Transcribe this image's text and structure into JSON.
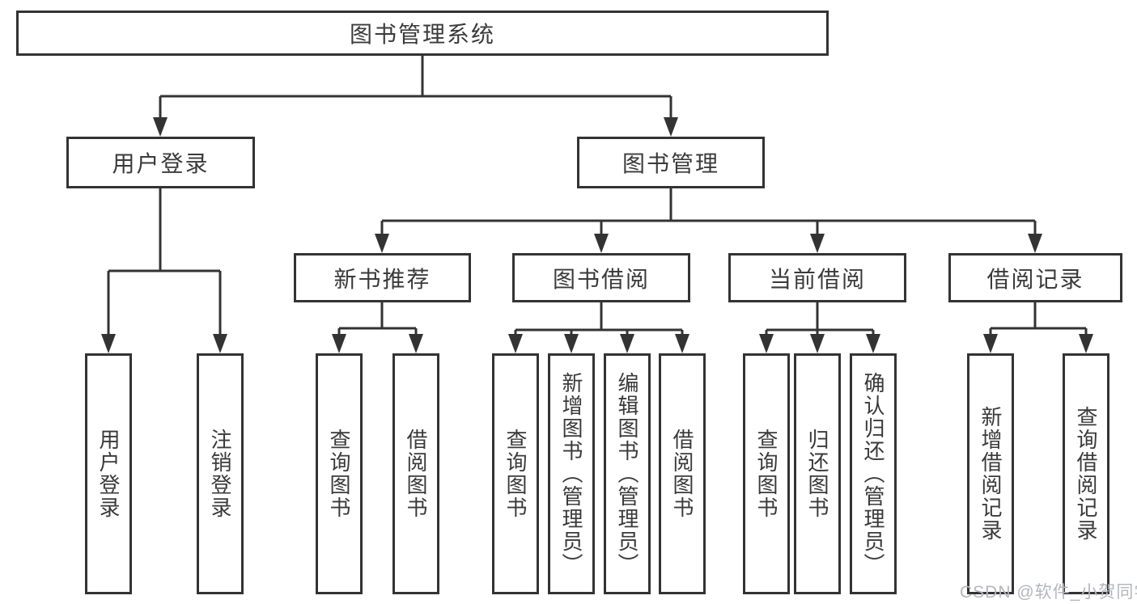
{
  "diagram_type": "hierarchy-flowchart",
  "colors": {
    "line": "#333333",
    "text": "#3a3a3a",
    "background": "#ffffff",
    "watermark": "#b3b7bd"
  },
  "tree": {
    "label": "图书管理系统",
    "children": [
      {
        "label": "用户登录",
        "children": [
          {
            "label": "用户登录"
          },
          {
            "label": "注销登录"
          }
        ]
      },
      {
        "label": "图书管理",
        "children": [
          {
            "label": "新书推荐",
            "children": [
              {
                "label": "查询图书"
              },
              {
                "label": "借阅图书"
              }
            ]
          },
          {
            "label": "图书借阅",
            "children": [
              {
                "label": "查询图书"
              },
              {
                "label": "新增图书（管理员）"
              },
              {
                "label": "编辑图书（管理员）"
              },
              {
                "label": "借阅图书"
              }
            ]
          },
          {
            "label": "当前借阅",
            "children": [
              {
                "label": "查询图书"
              },
              {
                "label": "归还图书"
              },
              {
                "label": "确认归还（管理员）"
              }
            ]
          },
          {
            "label": "借阅记录",
            "children": [
              {
                "label": "新增借阅记录"
              },
              {
                "label": "查询借阅记录"
              }
            ]
          }
        ]
      }
    ]
  },
  "watermark": "CSDN @软件_小贺同学"
}
